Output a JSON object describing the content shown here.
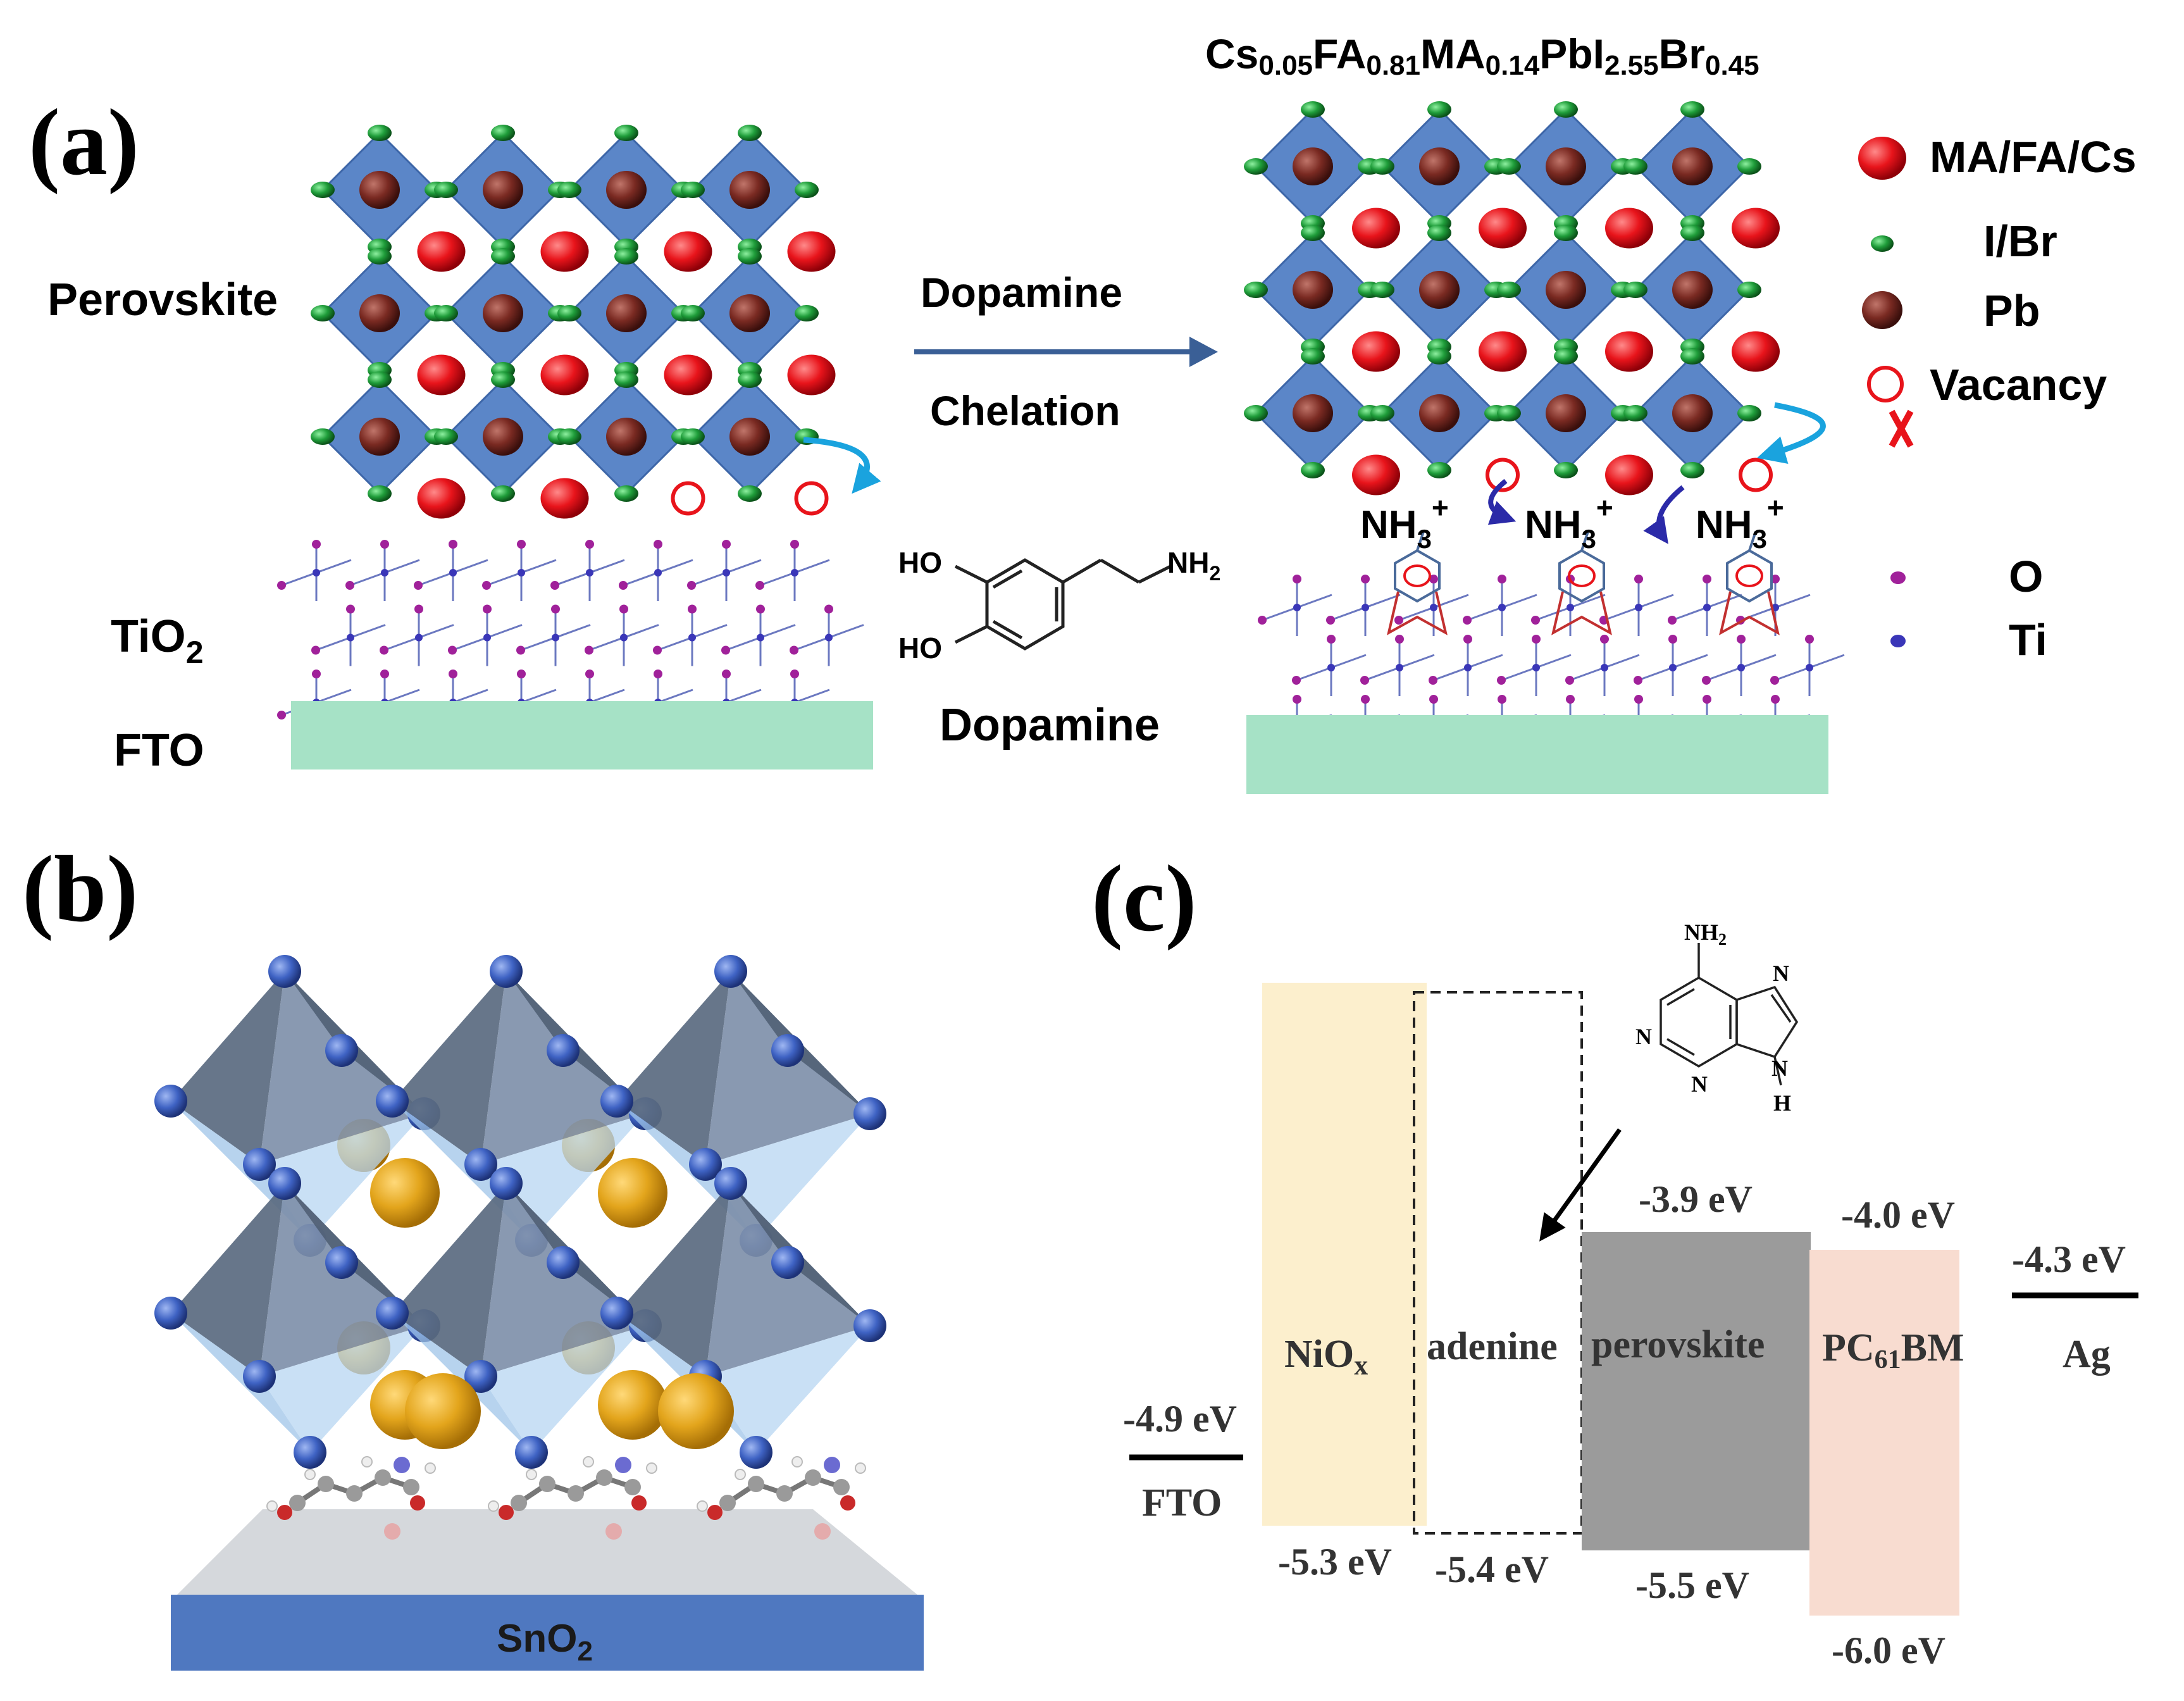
{
  "panel_labels": [
    "(a)",
    "(b)",
    "(c)"
  ],
  "panel_a": {
    "formula": [
      {
        "t": "Cs",
        "sub": false
      },
      {
        "t": "0.05",
        "sub": true
      },
      {
        "t": "FA",
        "sub": false
      },
      {
        "t": "0.81",
        "sub": true
      },
      {
        "t": "MA",
        "sub": false
      },
      {
        "t": "0.14",
        "sub": true
      },
      {
        "t": "PbI",
        "sub": false
      },
      {
        "t": "2.55",
        "sub": true
      },
      {
        "t": "Br",
        "sub": false
      },
      {
        "t": "0.45",
        "sub": true
      }
    ],
    "labels": {
      "perovskite": "Perovskite",
      "tio2_main": "TiO",
      "tio2_sub": "2",
      "fto": "FTO",
      "arrow_top": "Dopamine",
      "arrow_bottom": "Chelation",
      "molecule_name": "Dopamine",
      "molecule_ho1": "HO",
      "molecule_ho2": "HO",
      "molecule_nh2": "NH",
      "molecule_nh2_sub": "2",
      "nh3_main": "NH",
      "nh3_sub": "3",
      "nh3_sup": "+"
    },
    "legend": [
      {
        "label": "MA/FA/Cs",
        "icon": "red-sphere-icon",
        "color": "#e8141b"
      },
      {
        "label": "I/Br",
        "icon": "green-sphere-icon",
        "color": "#1f9d3a"
      },
      {
        "label": "Pb",
        "icon": "brown-sphere-icon",
        "color": "#7a2a22"
      },
      {
        "label": "Vacancy",
        "icon": "vacancy-circle-icon",
        "color": "#e8141b"
      },
      {
        "label": "O",
        "icon": "purple-dot-icon",
        "color": "#a0219a"
      },
      {
        "label": "Ti",
        "icon": "blue-dot-icon",
        "color": "#3a36b8"
      }
    ],
    "colors": {
      "octahedron": "#5b86c8",
      "substrate": "#a6e2c6",
      "lattice": "#6b78c0"
    }
  },
  "panel_b": {
    "substrate_main": "SnO",
    "substrate_sub": "2",
    "colors": {
      "octahedron": "#4e5d72",
      "octahedron_light": "#9fc4e8",
      "halide": "#3f63c4",
      "cation": "#e3a51c",
      "substrate": "#4f78c0",
      "substrate_top": "#d5d8dc"
    }
  },
  "panel_c": {
    "layers": [
      {
        "name": "NiOx",
        "main": "NiO",
        "sub": "x",
        "cb": null,
        "vb": -5.3,
        "vb_label": "-5.3 eV",
        "color": "#fcefcd"
      },
      {
        "name": "adenine",
        "main": "adenine",
        "sub": "",
        "cb": null,
        "vb": -5.4,
        "vb_label": "-5.4 eV",
        "color": "#ffffff"
      },
      {
        "name": "perovskite",
        "main": "perovskite",
        "sub": "",
        "cb": -3.9,
        "cb_label": "-3.9 eV",
        "vb": -5.5,
        "vb_label": "-5.5 eV",
        "color": "#9b9b9b"
      },
      {
        "name": "PC61BM",
        "main": "PC",
        "sub": "61",
        "tail": "BM",
        "cb": -4.0,
        "cb_label": "-4.0 eV",
        "vb": -6.0,
        "vb_label": "-6.0 eV",
        "color": "#f8dcd0"
      }
    ],
    "electrodes": [
      {
        "name": "FTO",
        "level": -4.9,
        "level_label": "-4.9 eV"
      },
      {
        "name": "Ag",
        "level": -4.3,
        "level_label": "-4.3 eV"
      }
    ],
    "molecule": {
      "nh2_main": "NH",
      "nh2_sub": "2",
      "n": "N",
      "h": "H"
    }
  }
}
